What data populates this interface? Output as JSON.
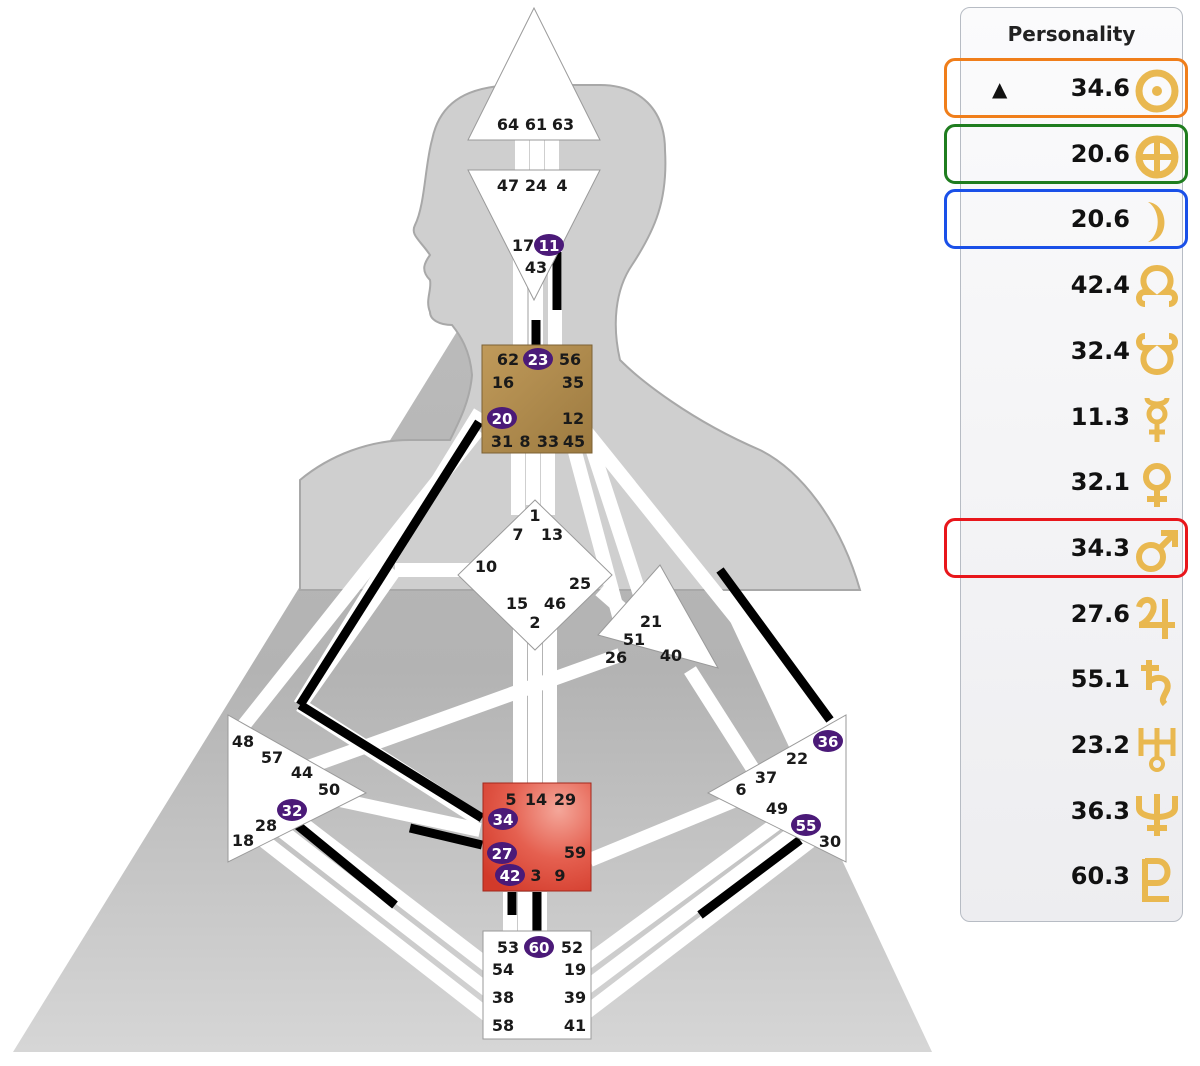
{
  "panel": {
    "title": "Personality",
    "rows": [
      {
        "value": "34.6",
        "planet": "sun-icon",
        "marker": "▲",
        "highlight": "#f07e1a"
      },
      {
        "value": "20.6",
        "planet": "earth-icon",
        "marker": "",
        "highlight": "#1f7d1f"
      },
      {
        "value": "20.6",
        "planet": "moon-icon",
        "marker": "",
        "highlight": "#1a50e8"
      },
      {
        "value": "42.4",
        "planet": "north-node-icon",
        "marker": "",
        "highlight": ""
      },
      {
        "value": "32.4",
        "planet": "south-node-icon",
        "marker": "",
        "highlight": ""
      },
      {
        "value": "11.3",
        "planet": "mercury-icon",
        "marker": "",
        "highlight": ""
      },
      {
        "value": "32.1",
        "planet": "venus-icon",
        "marker": "",
        "highlight": ""
      },
      {
        "value": "34.3",
        "planet": "mars-icon",
        "marker": "",
        "highlight": "#e8161b"
      },
      {
        "value": "27.6",
        "planet": "jupiter-icon",
        "marker": "",
        "highlight": ""
      },
      {
        "value": "55.1",
        "planet": "saturn-icon",
        "marker": "",
        "highlight": ""
      },
      {
        "value": "23.2",
        "planet": "uranus-icon",
        "marker": "",
        "highlight": ""
      },
      {
        "value": "36.3",
        "planet": "neptune-icon",
        "marker": "",
        "highlight": ""
      },
      {
        "value": "60.3",
        "planet": "pluto-icon",
        "marker": "",
        "highlight": ""
      }
    ]
  },
  "colors": {
    "active_gate": "#4b1a78",
    "defined_channel": "#000000",
    "ajna_fill": "#b08a4a",
    "sacral_fill": "#e04a38",
    "planet_gold": "#e9b850"
  },
  "chart": {
    "head": {
      "gates": [
        "64",
        "61",
        "63"
      ]
    },
    "ajna": {
      "gates": [
        "47",
        "24",
        "4",
        "17",
        "11",
        "43"
      ]
    },
    "throat": {
      "gates": [
        "62",
        "23",
        "56",
        "16",
        "35",
        "20",
        "12",
        "31",
        "8",
        "33",
        "45"
      ]
    },
    "g": {
      "gates": [
        "1",
        "7",
        "13",
        "10",
        "15",
        "46",
        "2",
        "25"
      ]
    },
    "ego": {
      "gates": [
        "21",
        "51",
        "26",
        "40"
      ]
    },
    "spleen": {
      "gates": [
        "48",
        "57",
        "44",
        "50",
        "32",
        "28",
        "18"
      ]
    },
    "solar_plexus": {
      "gates": [
        "36",
        "22",
        "6",
        "37",
        "49",
        "55",
        "30"
      ]
    },
    "sacral": {
      "gates": [
        "5",
        "14",
        "29",
        "34",
        "27",
        "59",
        "42",
        "3",
        "9"
      ]
    },
    "root": {
      "gates": [
        "53",
        "60",
        "52",
        "54",
        "19",
        "38",
        "39",
        "58",
        "41"
      ]
    },
    "active_gates": [
      "11",
      "23",
      "20",
      "32",
      "36",
      "55",
      "34",
      "27",
      "42",
      "60"
    ]
  }
}
